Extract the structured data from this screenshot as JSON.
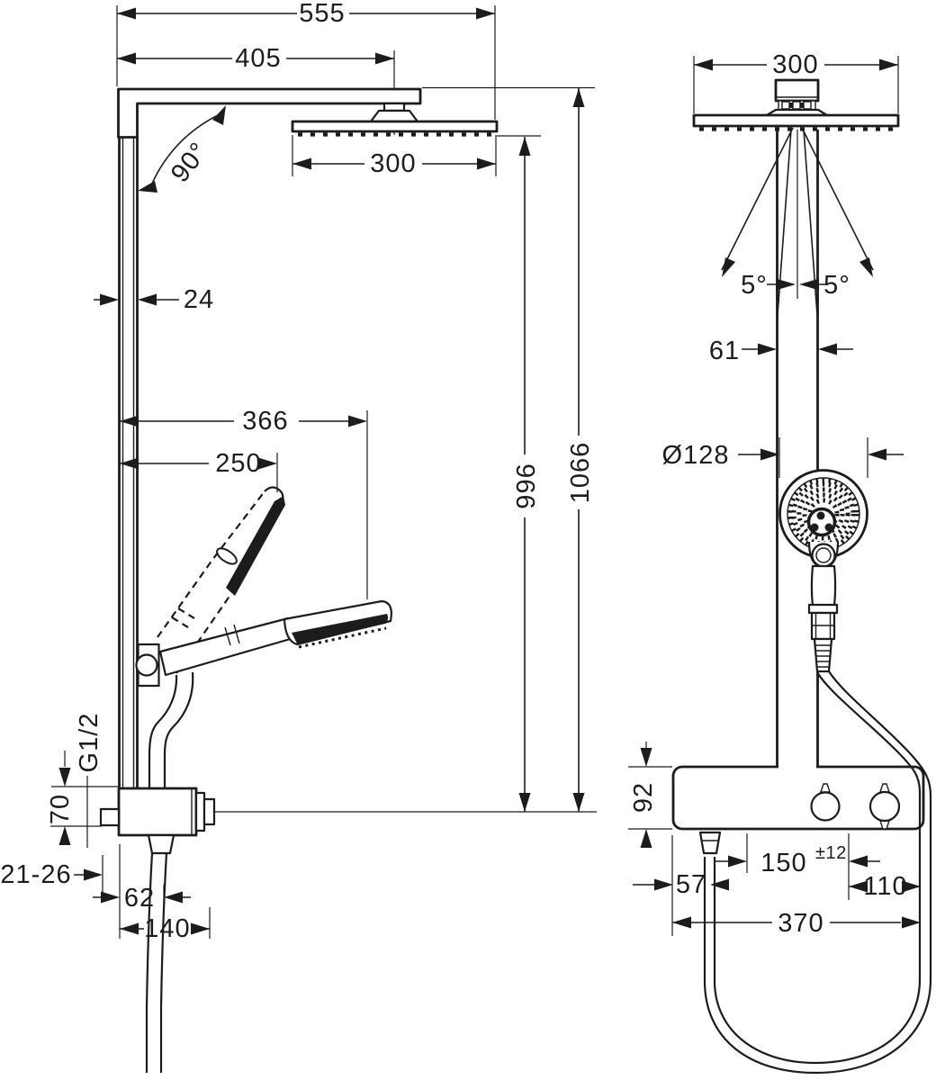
{
  "title": "Shower pipe technical dimension drawing",
  "colors": {
    "ink": "#1c1c1c",
    "background": "#ffffff"
  },
  "views": {
    "side": {
      "dims": {
        "overall_width": "555",
        "arm_projection": "405",
        "overhead_shower_width": "300",
        "arm_angle": "90°",
        "pipe_section": "24",
        "handshower_projection": "366",
        "handshower_span": "250",
        "overhead_height": "996",
        "overall_height": "1066",
        "thread_size": "G1/2",
        "mixer_height": "70",
        "wall_depth_range": "21-26",
        "hose_outlet_offset": "62",
        "mixer_width": "140"
      }
    },
    "front": {
      "dims": {
        "overhead_shower_width": "300",
        "swivel_left": "5°",
        "swivel_right": "5°",
        "pipe_width": "61",
        "handshower_diameter": "Ø128",
        "shelf_height": "92",
        "inlet_spacing": "150",
        "inlet_spacing_tolerance": "±12",
        "hose_outlet_offset": "57",
        "handle_offset": "110",
        "shelf_width": "370"
      }
    }
  }
}
